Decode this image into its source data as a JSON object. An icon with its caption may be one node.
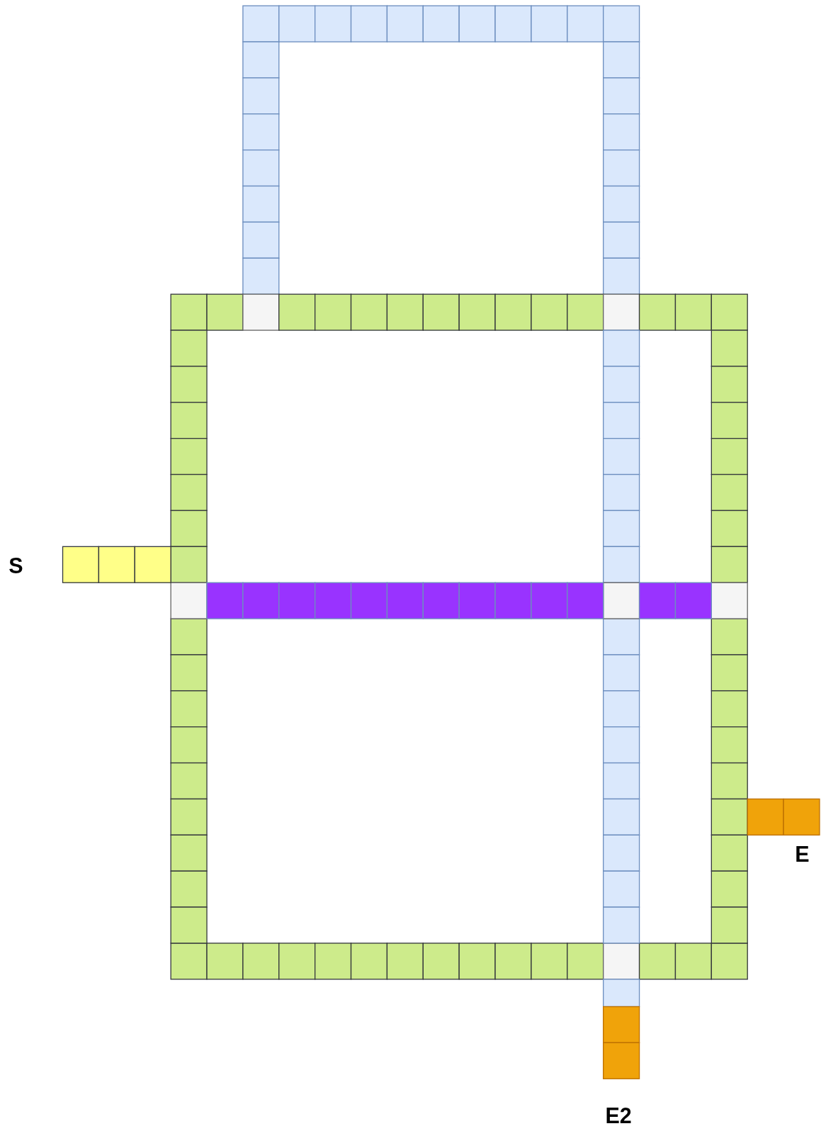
{
  "diagram": {
    "labels": [
      "S",
      "E",
      "E2"
    ]
  }
}
